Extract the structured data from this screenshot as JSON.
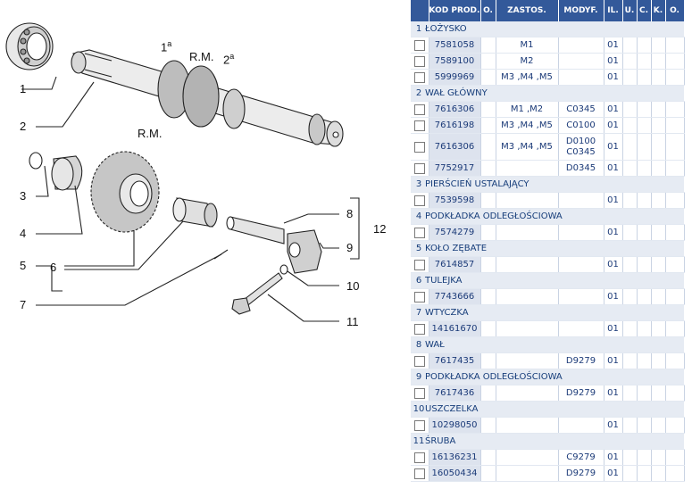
{
  "diagram": {
    "labels": {
      "rm_top": "R.M.",
      "rm_mid": "R.M.",
      "gear1": "1",
      "gear1_sup": "a",
      "gear2": "2",
      "gear2_sup": "a"
    },
    "callouts": [
      "1",
      "2",
      "3",
      "4",
      "5",
      "6",
      "7",
      "8",
      "9",
      "10",
      "11",
      "12"
    ]
  },
  "table": {
    "headers": {
      "blank": "",
      "kod": "KOD PROD.",
      "o": "O.",
      "zastos": "ZASTOS.",
      "modyf": "MODYF.",
      "il": "IL.",
      "u": "U.",
      "c": "C.",
      "k": "K.",
      "o2": "O."
    },
    "groups": [
      {
        "num": "1",
        "name": "ŁOŻYSKO",
        "parts": [
          {
            "code": "7581058",
            "zastos": "M1",
            "modyf": "",
            "il": "01"
          },
          {
            "code": "7589100",
            "zastos": "M2",
            "modyf": "",
            "il": "01"
          },
          {
            "code": "5999969",
            "zastos": "M3 ,M4 ,M5",
            "modyf": "",
            "il": "01"
          }
        ]
      },
      {
        "num": "2",
        "name": "WAŁ GŁÓWNY",
        "parts": [
          {
            "code": "7616306",
            "zastos": "M1 ,M2",
            "modyf": "C0345",
            "il": "01"
          },
          {
            "code": "7616198",
            "zastos": "M3 ,M4 ,M5",
            "modyf": "C0100",
            "il": "01"
          },
          {
            "code": "7616306",
            "zastos": "M3 ,M4 ,M5",
            "modyf": "D0100",
            "modyf2": "C0345",
            "il": "01"
          },
          {
            "code": "7752917",
            "zastos": "",
            "modyf": "D0345",
            "il": "01"
          }
        ]
      },
      {
        "num": "3",
        "name": "PIERŚCIEŃ USTALAJĄCY",
        "parts": [
          {
            "code": "7539598",
            "zastos": "",
            "modyf": "",
            "il": "01"
          }
        ]
      },
      {
        "num": "4",
        "name": "PODKŁADKA ODLEGŁOŚCIOWA",
        "parts": [
          {
            "code": "7574279",
            "zastos": "",
            "modyf": "",
            "il": "01"
          }
        ]
      },
      {
        "num": "5",
        "name": "KOŁO ZĘBATE",
        "parts": [
          {
            "code": "7614857",
            "zastos": "",
            "modyf": "",
            "il": "01"
          }
        ]
      },
      {
        "num": "6",
        "name": "TULEJKA",
        "parts": [
          {
            "code": "7743666",
            "zastos": "",
            "modyf": "",
            "il": "01"
          }
        ]
      },
      {
        "num": "7",
        "name": "WTYCZKA",
        "parts": [
          {
            "code": "14161670",
            "zastos": "",
            "modyf": "",
            "il": "01"
          }
        ]
      },
      {
        "num": "8",
        "name": "WAŁ",
        "parts": [
          {
            "code": "7617435",
            "zastos": "",
            "modyf": "D9279",
            "il": "01"
          }
        ]
      },
      {
        "num": "9",
        "name": "PODKŁADKA ODLEGŁOŚCIOWA",
        "parts": [
          {
            "code": "7617436",
            "zastos": "",
            "modyf": "D9279",
            "il": "01"
          }
        ]
      },
      {
        "num": "10",
        "name": "USZCZELKA",
        "parts": [
          {
            "code": "10298050",
            "zastos": "",
            "modyf": "",
            "il": "01"
          }
        ]
      },
      {
        "num": "11",
        "name": "ŚRUBA",
        "parts": [
          {
            "code": "16136231",
            "zastos": "",
            "modyf": "C9279",
            "il": "01"
          },
          {
            "code": "16050434",
            "zastos": "",
            "modyf": "D9279",
            "il": "01"
          }
        ]
      }
    ]
  }
}
